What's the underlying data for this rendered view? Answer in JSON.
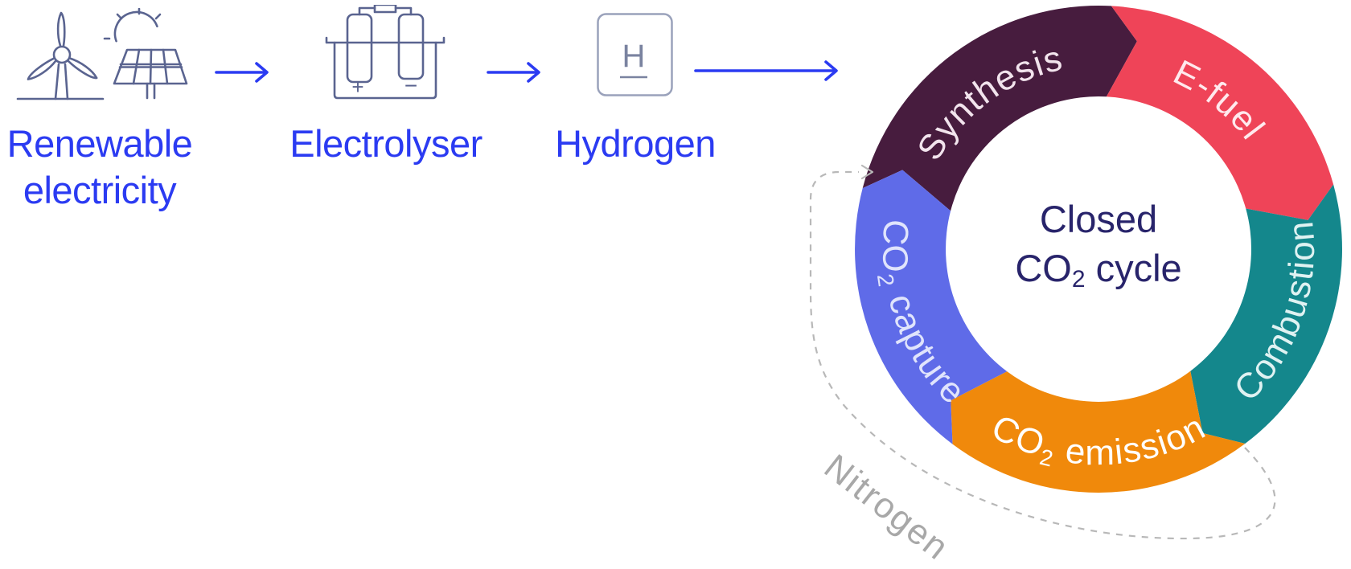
{
  "flow": {
    "steps": [
      {
        "id": "renewable-electricity",
        "label": "Renewable electricity"
      },
      {
        "id": "electrolyser",
        "label": "Electrolyser"
      },
      {
        "id": "hydrogen",
        "label": "Hydrogen"
      }
    ],
    "hydrogen_symbol": "H",
    "polarity_plus": "+",
    "polarity_minus": "−",
    "arrow_color": "#2B3BF2",
    "text_color": "#2B3BF2",
    "icon_stroke": "#5A6490"
  },
  "ring": {
    "center_label": {
      "line1": "Closed",
      "line2_pre": "CO",
      "line2_sub": "2",
      "line2_post": " cycle",
      "color": "#28246B"
    },
    "segments": [
      {
        "id": "synthesis",
        "color": "#471C3E",
        "text_color": "#F2E4ED",
        "start": 284.5,
        "end": 363,
        "text_dir": "cw",
        "label_parts": [
          {
            "t": "Synthesis"
          }
        ]
      },
      {
        "id": "e-fuel",
        "color": "#EF4458",
        "text_color": "#FFE9ED",
        "start": 3,
        "end": 74.6,
        "text_dir": "cw",
        "label_parts": [
          {
            "t": "E-fuel"
          }
        ]
      },
      {
        "id": "combustion",
        "color": "#14878C",
        "text_color": "#DFF2F2",
        "start": 74.6,
        "end": 143,
        "text_dir": "ccw",
        "label_parts": [
          {
            "t": "Combustion"
          }
        ]
      },
      {
        "id": "co2-emission",
        "color": "#F0890B",
        "text_color": "#FFFFFF",
        "start": 143,
        "end": 216.8,
        "text_dir": "ccw",
        "label_parts": [
          {
            "t": "CO"
          },
          {
            "t": "2",
            "sub": true
          },
          {
            "t": " emission"
          }
        ]
      },
      {
        "id": "co2-capture",
        "color": "#5F6BE8",
        "text_color": "#E0E4FC",
        "start": 216.8,
        "end": 284.5,
        "text_dir": "ccw",
        "label_parts": [
          {
            "t": "CO"
          },
          {
            "t": "2",
            "sub": true
          },
          {
            "t": " capture"
          }
        ]
      }
    ],
    "nitrogen_label": "Nitrogen",
    "nitrogen_color": "#A8A8A8",
    "dashed_color": "#B8B8B8"
  }
}
